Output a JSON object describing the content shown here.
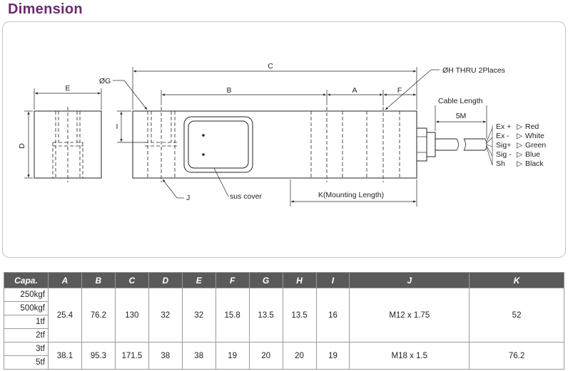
{
  "title": "Dimension",
  "drawing": {
    "labels": {
      "E": "E",
      "D": "D",
      "G": "ØG",
      "C": "C",
      "B": "B",
      "A": "A",
      "F": "F",
      "H": "ØH THRU 2Places",
      "I": "I",
      "J": "J",
      "sus_cover": "sus cover",
      "K": "K(Mounting Length)",
      "cable_length": "Cable Length",
      "cable_5m": "5M"
    },
    "wires": [
      {
        "name": "Ex +",
        "arrow": "▷",
        "color": "Red"
      },
      {
        "name": "Ex -",
        "arrow": "▷",
        "color": "White"
      },
      {
        "name": "Sig+",
        "arrow": "▷",
        "color": "Green"
      },
      {
        "name": "Sig -",
        "arrow": "▷",
        "color": "Blue"
      },
      {
        "name": "Sh",
        "arrow": "▷",
        "color": "Black"
      }
    ]
  },
  "table": {
    "headers": [
      "Capa.",
      "A",
      "B",
      "C",
      "D",
      "E",
      "F",
      "G",
      "H",
      "I",
      "J",
      "K"
    ],
    "groups": [
      {
        "capacities": [
          "250kgf",
          "500kgf",
          "1tf",
          "2tf"
        ],
        "values": [
          "25.4",
          "76.2",
          "130",
          "32",
          "32",
          "15.8",
          "13.5",
          "13.5",
          "16",
          "M12 x 1.75",
          "52"
        ]
      },
      {
        "capacities": [
          "3tf",
          "5tf"
        ],
        "values": [
          "38.1",
          "95.3",
          "171.5",
          "38",
          "38",
          "19",
          "20",
          "20",
          "19",
          "M18 x 1.5",
          "76.2"
        ]
      }
    ]
  }
}
